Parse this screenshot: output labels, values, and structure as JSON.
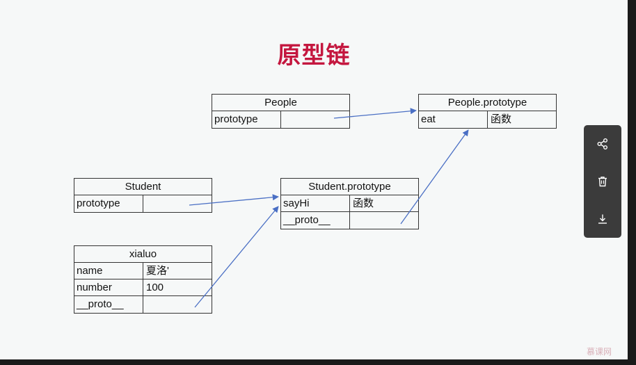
{
  "title": "原型链",
  "boxes": {
    "people": {
      "header": "People",
      "rows": [
        {
          "key": "prototype",
          "value": ""
        }
      ]
    },
    "people_prototype": {
      "header": "People.prototype",
      "rows": [
        {
          "key": "eat",
          "value": "函数"
        }
      ]
    },
    "student": {
      "header": "Student",
      "rows": [
        {
          "key": "prototype",
          "value": ""
        }
      ]
    },
    "student_prototype": {
      "header": "Student.prototype",
      "rows": [
        {
          "key": "sayHi",
          "value": "函数"
        },
        {
          "key": "__proto__",
          "value": ""
        }
      ]
    },
    "xialuo": {
      "header": "xialuo",
      "rows": [
        {
          "key": "name",
          "value": "夏洛'"
        },
        {
          "key": "number",
          "value": "100"
        },
        {
          "key": "__proto__",
          "value": ""
        }
      ]
    }
  },
  "toolbar": {
    "icons": [
      "share-icon",
      "trash-icon",
      "download-icon"
    ]
  },
  "watermark": "慕课网",
  "colors": {
    "title": "#c4173f",
    "arrow": "#4a6fc4",
    "toolbar": "#3b3b3b"
  }
}
